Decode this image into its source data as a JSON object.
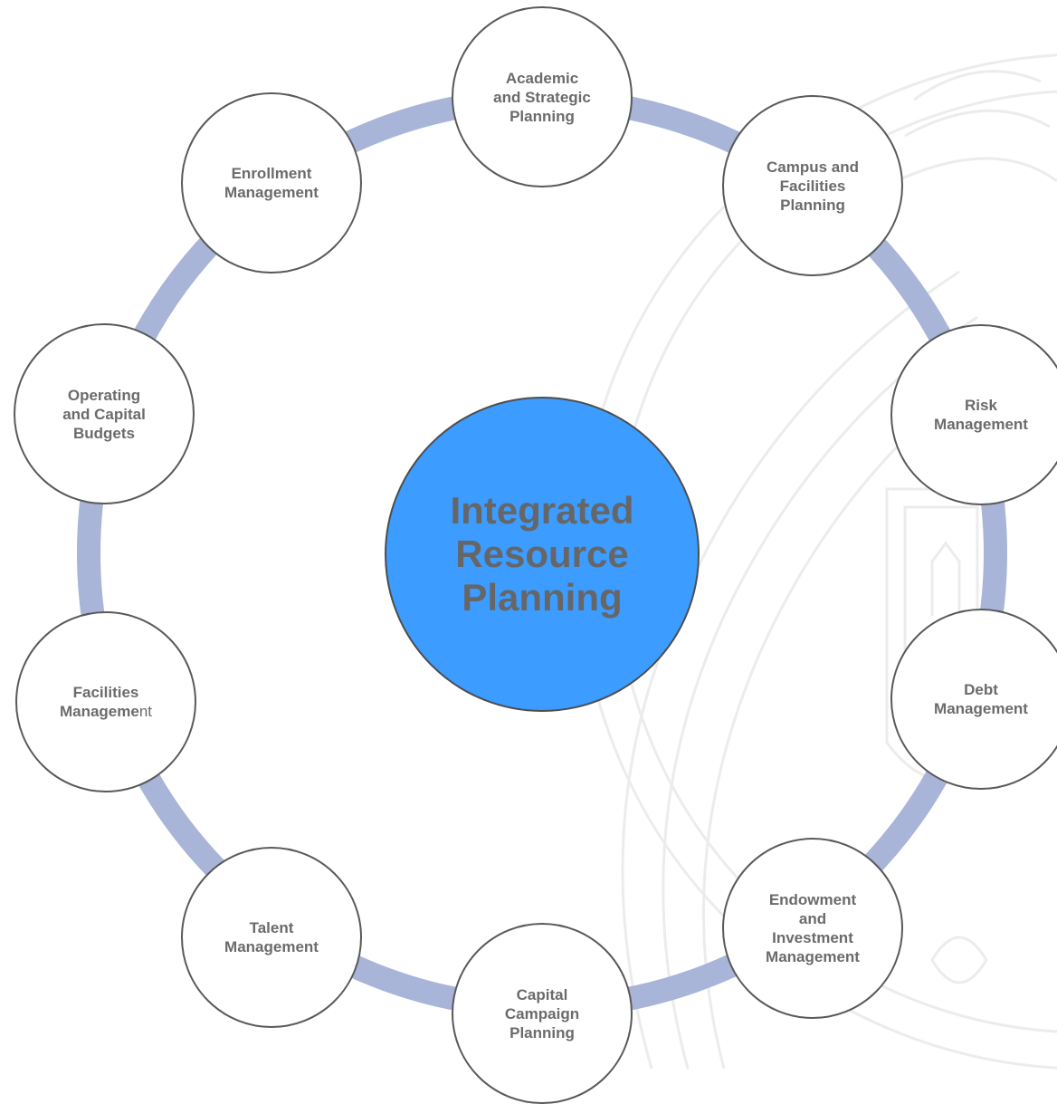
{
  "diagram": {
    "center": {
      "title": "Integrated\nResource\nPlanning",
      "fill": "#3c9cff"
    },
    "ring_color": "#a8b4d8",
    "nodes": [
      {
        "id": "academic",
        "label": "Academic\nand Strategic\nPlanning"
      },
      {
        "id": "campus",
        "label": "Campus and\nFacilities\nPlanning"
      },
      {
        "id": "risk",
        "label": "Risk\nManagement"
      },
      {
        "id": "debt",
        "label": "Debt\nManagement"
      },
      {
        "id": "endowment",
        "label": "Endowment\nand\nInvestment\nManagement"
      },
      {
        "id": "capital-campaign",
        "label": "Capital\nCampaign\nPlanning"
      },
      {
        "id": "talent",
        "label": "Talent\nManagement"
      },
      {
        "id": "facilities",
        "label_line1": "Facilities",
        "label_bold": "Manageme",
        "label_light": "nt"
      },
      {
        "id": "operating",
        "label": "Operating\nand Capital\nBudgets"
      },
      {
        "id": "enrollment",
        "label": "Enrollment\nManagement"
      }
    ]
  }
}
